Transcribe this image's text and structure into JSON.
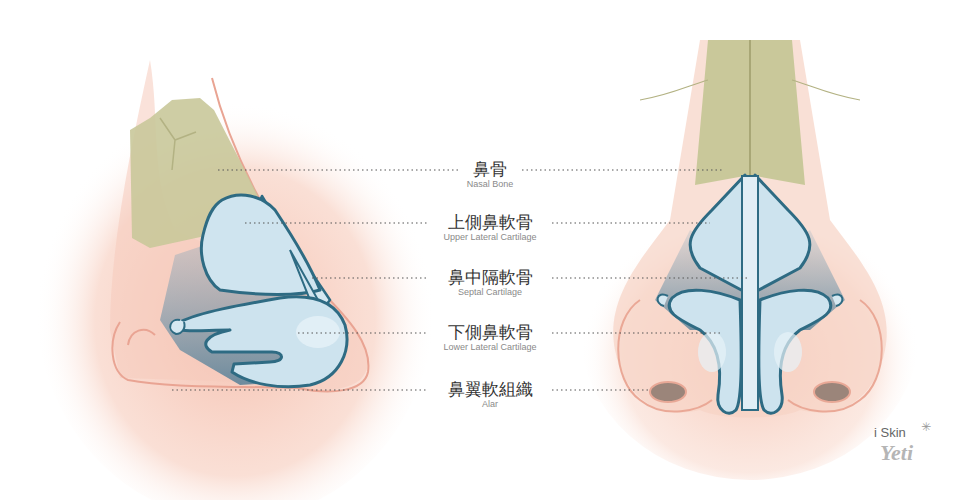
{
  "diagram": {
    "labels": [
      "鼻骨",
      "Nasal Bone",
      "上側鼻軟骨",
      "Upper Lateral Cartilage",
      "鼻中隔軟骨",
      "Septal Cartilage",
      "下側鼻軟骨",
      "Lower Lateral Cartilage",
      "鼻翼軟組織",
      "Alar",
      "i Skin",
      "Yeti"
    ]
  }
}
